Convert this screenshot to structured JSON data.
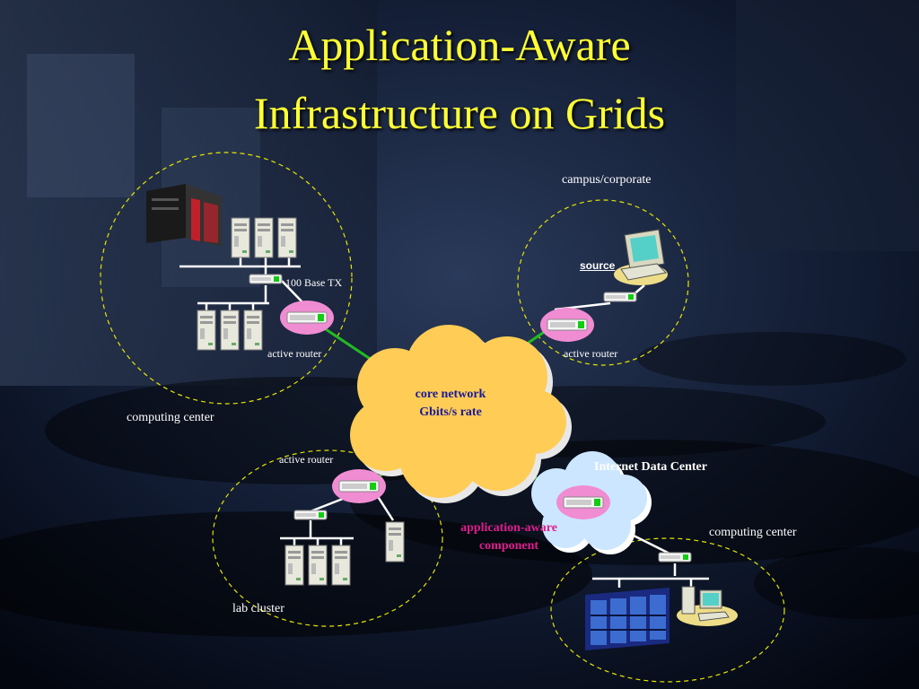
{
  "title": {
    "line1": "Application-Aware",
    "line2": "Infrastructure on Grids"
  },
  "labels": {
    "campus": "campus/corporate",
    "source": "source",
    "base_tx": "100 Base TX",
    "router_top_left": "active router",
    "router_top_right": "active router",
    "router_bottom": "active router",
    "computing_center_left": "computing center",
    "computing_center_right": "computing center",
    "core_line1": "core network",
    "core_line2": "Gbits/s rate",
    "idc": "Internet Data Center",
    "app_line1": "application-aware",
    "app_line2": "component",
    "lab_cluster": "lab cluster"
  },
  "colors": {
    "title": "#ffff33",
    "boundary": "#e6e600",
    "link": "#22bb22",
    "router_pink": "#f08cd2",
    "cloud_fill": "#ffcc55",
    "cloud_text": "#1a1a99",
    "app_text": "#dd1d8f",
    "idc_cloud": "#cce6ff"
  },
  "icons": [
    "supercomputer-icon",
    "server-icon",
    "hub-icon",
    "router-icon",
    "workstation-icon",
    "storage-rack-icon",
    "cloud-icon"
  ]
}
